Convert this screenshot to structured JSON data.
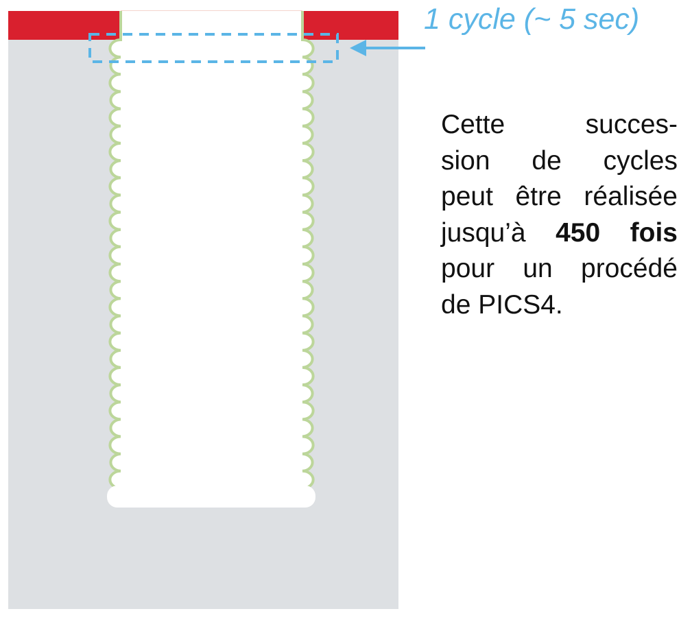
{
  "annotation": {
    "label": "1 cycle (~ 5 sec)"
  },
  "description": {
    "lines": [
      "Cette succes-",
      "sion de cycles",
      "peut être réalisée"
    ],
    "line4_prefix": "jusqu’à ",
    "line4_bold": "450 fois",
    "line5": "pour un procédé",
    "line6": "de PICS4."
  },
  "colors": {
    "mask": "#d9202e",
    "substrate": "#dde0e3",
    "passivation": "#bcd69a",
    "highlight": "#5bb5e6"
  },
  "cycles_shown": 26
}
